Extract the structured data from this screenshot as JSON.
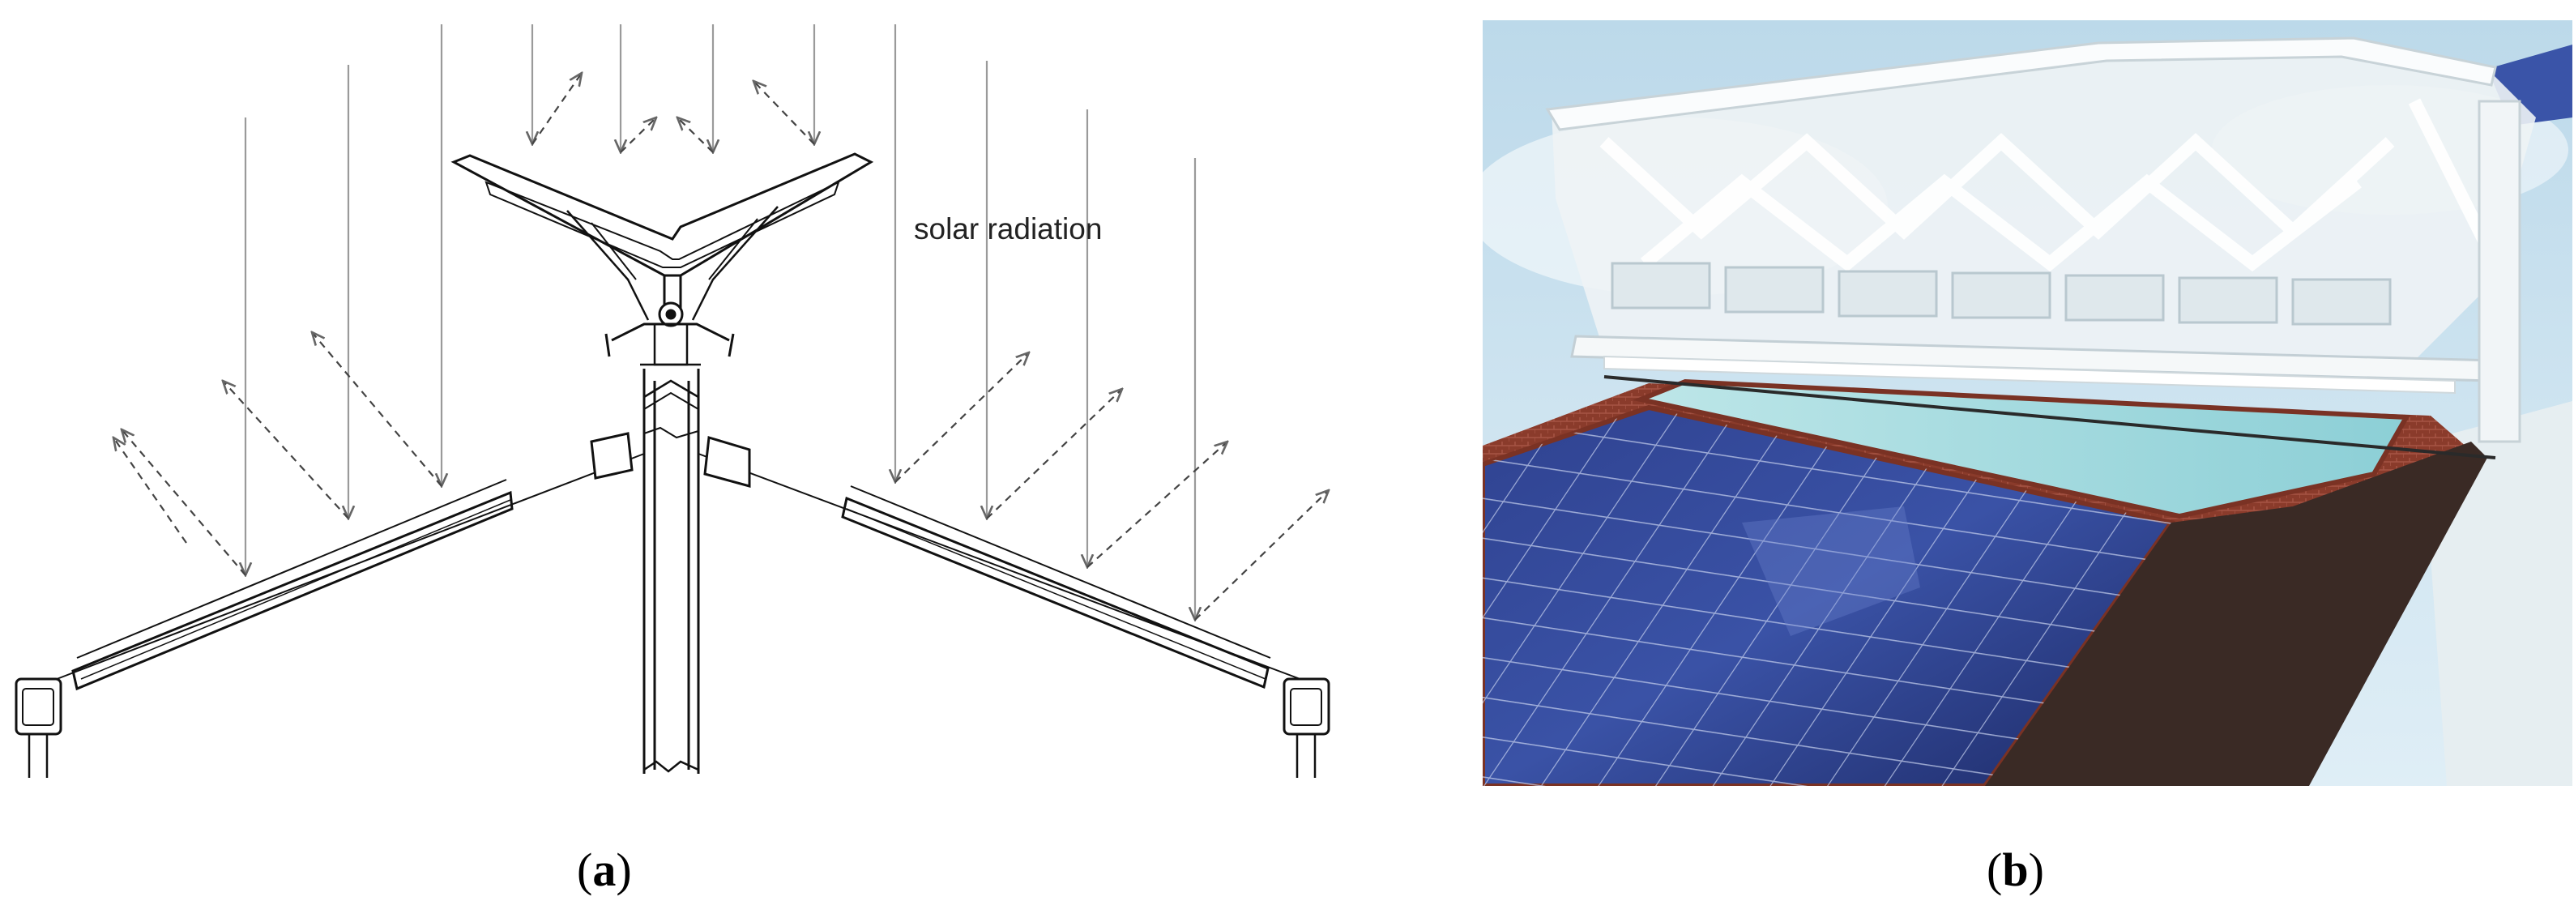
{
  "panel_a": {
    "annotation": "solar radiation",
    "caption_open": "(",
    "caption_letter": "a",
    "caption_close": ")"
  },
  "panel_b": {
    "caption_open": "(",
    "caption_letter": "b",
    "caption_close": ")"
  },
  "colors": {
    "sky": "#c9e1ef",
    "structure": "#eef2f4",
    "pv_panel": "#26357a",
    "brick": "#8a3b2b",
    "glass": "#9fd6dc"
  }
}
